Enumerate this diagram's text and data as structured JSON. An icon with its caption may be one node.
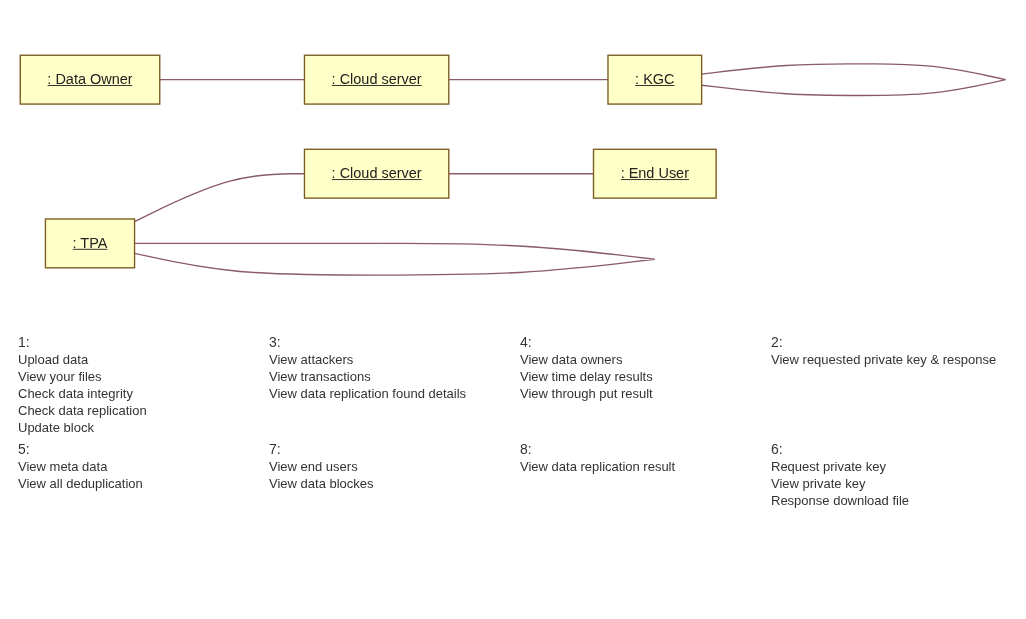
{
  "diagram": {
    "nodes": [
      {
        "text": [
          ": Data Owner"
        ]
      },
      {
        "text": [
          ": Cloud server"
        ]
      },
      {
        "text": [
          ": KGC"
        ]
      },
      {
        "text": [
          ": TPA"
        ]
      },
      {
        "text": [
          ": Cloud server"
        ]
      },
      {
        "text": [
          ": End User"
        ]
      }
    ],
    "edges": [
      {
        "from": 0,
        "to": 1,
        "arrow": "none"
      },
      {
        "from": 1,
        "to": 2,
        "arrow": "none"
      },
      {
        "from": 2,
        "to": 2,
        "arrow": "none"
      },
      {
        "from": 3,
        "to": 3,
        "arrow": "none"
      },
      {
        "from": 3,
        "to": 4,
        "arrow": "none"
      },
      {
        "from": 4,
        "to": 5,
        "arrow": "none"
      }
    ],
    "labels": [
      "1:",
      "Upload data",
      "View your files",
      "Check data integrity",
      "Check data replication",
      "Update block",
      "3:",
      "View attackers",
      "View transactions",
      "View data replication found details",
      "4:",
      "View data owners",
      "View time delay results",
      "View through put result",
      "2:",
      "View requested private key & response",
      "5:",
      "View meta data",
      "View all deduplication",
      "7:",
      "View end users",
      "View data blockes",
      "8:",
      "View data replication result",
      "6:",
      "Request private key",
      "View private key",
      "Response download file"
    ]
  }
}
